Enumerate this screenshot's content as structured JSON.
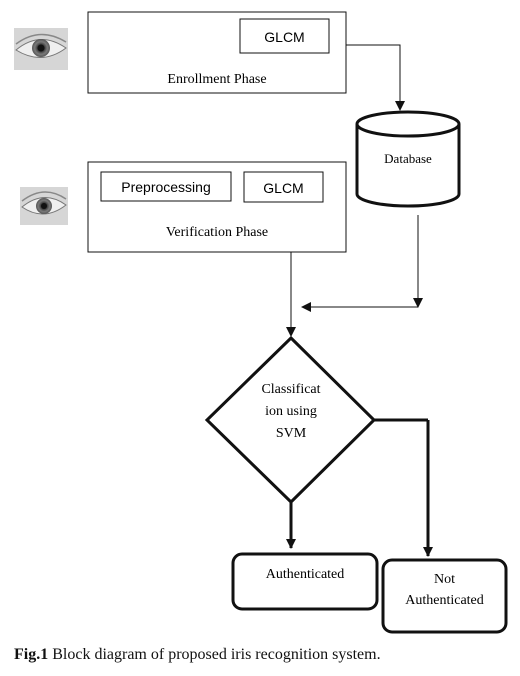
{
  "diagram": {
    "enrollment": {
      "label": "Enrollment Phase",
      "feature": "GLCM"
    },
    "database": {
      "label": "Database"
    },
    "verification": {
      "label": "Verification Phase",
      "step1": "Preprocessing",
      "step2": "GLCM"
    },
    "classifier": {
      "line1": "Classificat",
      "line2": "ion using",
      "line3": "SVM"
    },
    "authenticated": {
      "label": "Authenticated"
    },
    "not_authenticated": {
      "line1": "Not",
      "line2": "Authenticated"
    }
  },
  "caption": {
    "prefix": "Fig.1",
    "text": " Block diagram of proposed iris recognition system."
  },
  "colors": {
    "stroke": "#111111",
    "iris": "#5a5a5a",
    "eye_bg": "#cfcfcf"
  }
}
